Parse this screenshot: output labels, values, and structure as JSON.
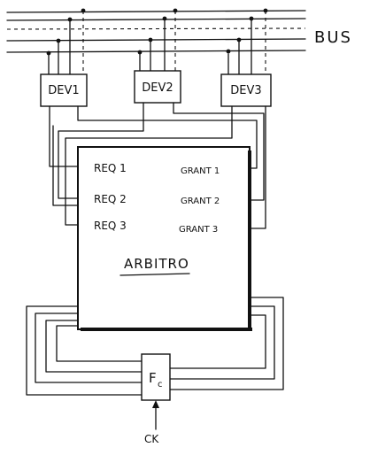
{
  "bus_label": "BUS",
  "devices": [
    "DEV1",
    "DEV2",
    "DEV3"
  ],
  "arbiter": {
    "title": "ARBITRO",
    "requests": [
      "REQ 1",
      "REQ 2",
      "REQ 3"
    ],
    "grants": [
      "GRANT 1",
      "GRANT 2",
      "GRANT 3"
    ]
  },
  "flipflop": {
    "label": "F",
    "subscript": "c"
  },
  "clock_label": "CK"
}
